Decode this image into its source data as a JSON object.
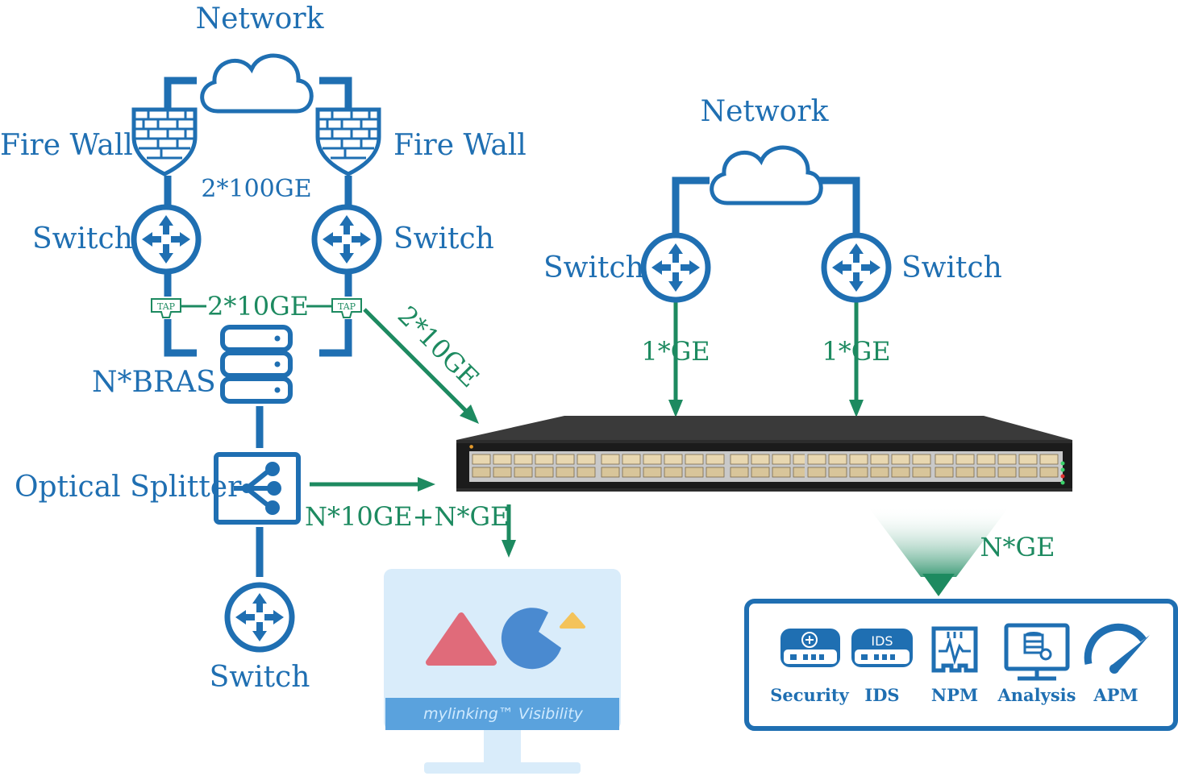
{
  "labels": {
    "network_left": "Network",
    "network_right": "Network",
    "firewall_left": "Fire Wall",
    "firewall_right": "Fire Wall",
    "link_100ge": "2*100GE",
    "switch_left": "Switch",
    "switch_right": "Switch",
    "switch_mid_left": "Switch",
    "switch_mid_right": "Switch",
    "link_10ge_pair": "2*10GE",
    "link_10ge_diag": "2*10GE",
    "bras": "N*BRAS",
    "splitter": "Optical Splitter",
    "link_mix": "N*10GE+N*GE",
    "switch_bottom": "Switch",
    "link_ge_left": "1*GE",
    "link_ge_right": "1*GE",
    "link_nge": "N*GE",
    "tap_left": "TAP",
    "tap_right": "TAP",
    "monitor_brand": "mylinking™ Visibility"
  },
  "tools": [
    {
      "label": "Security",
      "icon": "security-appliance-icon"
    },
    {
      "label": "IDS",
      "icon": "ids-appliance-icon"
    },
    {
      "label": "NPM",
      "icon": "npm-icon"
    },
    {
      "label": "Analysis",
      "icon": "analysis-icon"
    },
    {
      "label": "APM",
      "icon": "apm-gauge-icon"
    }
  ],
  "ids_badge": "IDS",
  "colors": {
    "blue": "#1f6fb2",
    "green": "#1d8a60",
    "monitor_screen": "#d9ecfa",
    "monitor_bar": "#5aa2dd"
  }
}
